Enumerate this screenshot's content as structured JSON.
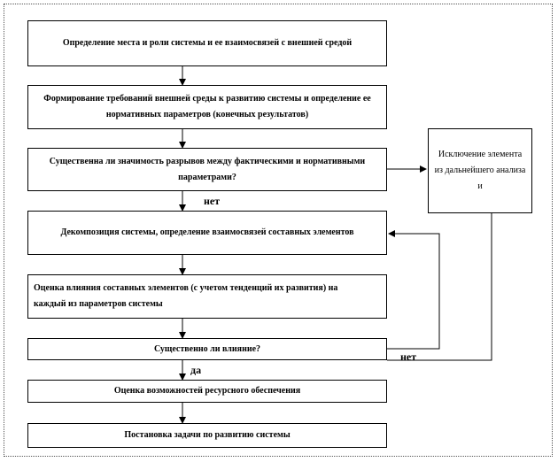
{
  "boxes": {
    "goal": "Определение места и роли системы и ее взаимосвязей с внешней средой",
    "requirements": "Формирование требований внешней среды к развитию системы и определение ее нормативных параметров (конечных результатов)",
    "gap_question": "Существенна ли значимость разрывов между фактическими и нормативными параметрами?",
    "exclusion": "Исключение элемента из дальнейшего анализа и",
    "decomposition": "Декомпозиция системы, определение взаимосвязей составных элементов",
    "influence": "Оценка влияния составных элементов (с учетом тенденций их развития) на каждый из параметров системы",
    "influence_question": "Существенно ли влияние?",
    "resources": "Оценка возможностей ресурсного обеспечения",
    "task": "Постановка задачи по развитию системы"
  },
  "labels": {
    "no_1": "нет",
    "no_2": "нет",
    "yes": "да"
  }
}
